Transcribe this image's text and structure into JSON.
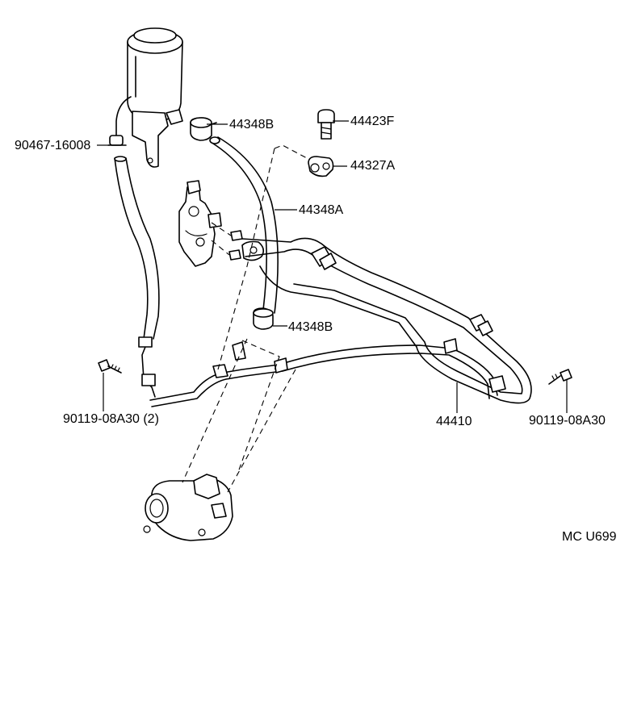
{
  "diagram": {
    "code": "MC U699",
    "callouts": {
      "clamp_upper": "44348B",
      "union_bolt": "44423F",
      "gasket": "44327A",
      "return_hose": "44348A",
      "clamp_lower": "44348B",
      "hose_clip": "90467-16008",
      "bolt_left": "90119-08A30 (2)",
      "bolt_right": "90119-08A30",
      "pressure_tube": "44410"
    }
  }
}
